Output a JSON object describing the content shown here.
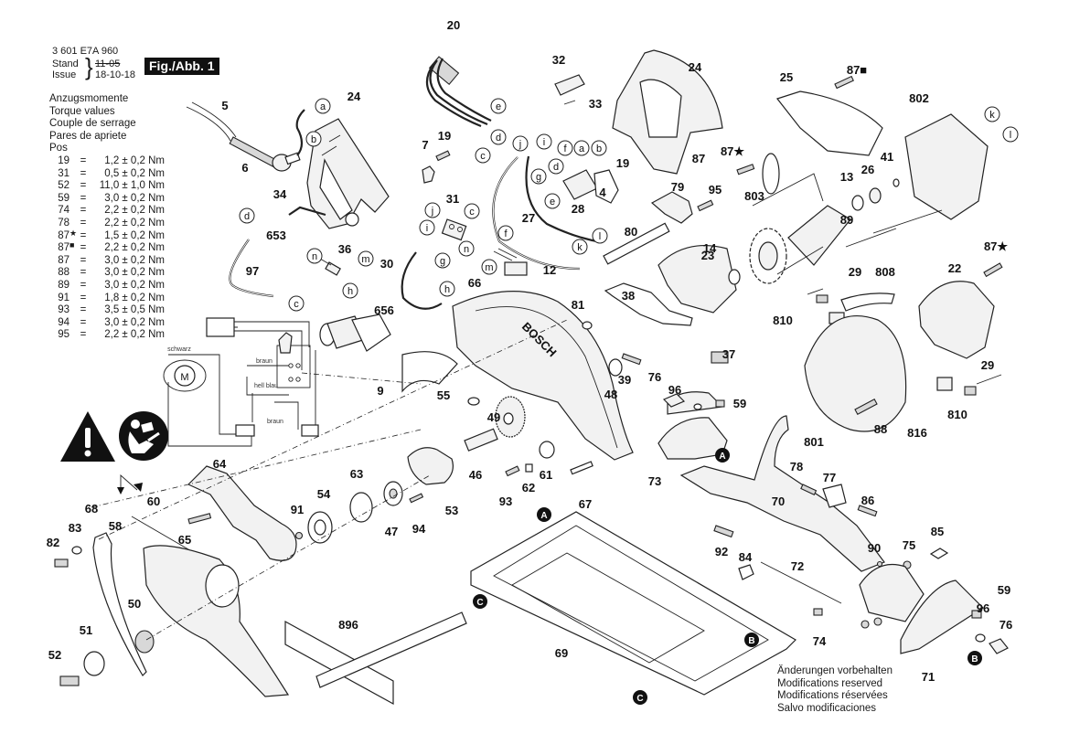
{
  "header": {
    "part_number": "3 601 E7A 960",
    "stand_label": "Stand",
    "issue_label": "Issue",
    "stand_old": "11-05",
    "issue_date": "18-10-18",
    "figure_label": "Fig./Abb. 1"
  },
  "torque": {
    "titles": [
      "Anzugsmomente",
      "Torque values",
      "Couple de serrage",
      "Pares de apriete",
      "Pos"
    ],
    "rows": [
      {
        "pos": "19",
        "mark": "",
        "value": "1,2 ± 0,2 Nm"
      },
      {
        "pos": "31",
        "mark": "",
        "value": "0,5 ± 0,2 Nm"
      },
      {
        "pos": "52",
        "mark": "",
        "value": "11,0 ± 1,0 Nm"
      },
      {
        "pos": "59",
        "mark": "",
        "value": "3,0 ± 0,2 Nm"
      },
      {
        "pos": "74",
        "mark": "",
        "value": "2,2 ± 0,2 Nm"
      },
      {
        "pos": "78",
        "mark": "",
        "value": "2,2 ± 0,2 Nm"
      },
      {
        "pos": "87",
        "mark": "★",
        "value": "1,5 ± 0,2 Nm"
      },
      {
        "pos": "87",
        "mark": "■",
        "value": "2,2 ± 0,2 Nm"
      },
      {
        "pos": "87",
        "mark": "",
        "value": "3,0 ± 0,2 Nm"
      },
      {
        "pos": "88",
        "mark": "",
        "value": "3,0 ± 0,2 Nm"
      },
      {
        "pos": "89",
        "mark": "",
        "value": "3,0 ± 0,2 Nm"
      },
      {
        "pos": "91",
        "mark": "",
        "value": "1,8 ± 0,2 Nm"
      },
      {
        "pos": "93",
        "mark": "",
        "value": "3,5 ± 0,5 Nm"
      },
      {
        "pos": "94",
        "mark": "",
        "value": "3,0 ± 0,2 Nm"
      },
      {
        "pos": "95",
        "mark": "",
        "value": "2,2 ± 0,2 Nm"
      }
    ],
    "equals": "="
  },
  "wiring": {
    "motor_label": "M",
    "wire_black": "schwarz",
    "wire_brown_1": "braun",
    "wire_lightblue": "hell blau",
    "wire_brown_2": "braun"
  },
  "icons": {
    "warning": "warning-triangle-icon",
    "manual": "read-manual-icon",
    "brand": "BOSCH"
  },
  "notes": [
    "Änderungen vorbehalten",
    "Modifications reserved",
    "Modifications réservées",
    "Salvo modificaciones"
  ],
  "callouts": {
    "p5": "5",
    "p6": "6",
    "p34": "34",
    "p24a": "24",
    "p20": "20",
    "p7": "7",
    "p19a": "19",
    "p653": "653",
    "p97": "97",
    "p36": "36",
    "p30": "30",
    "p31": "31",
    "p27": "27",
    "p28": "28",
    "p12": "12",
    "p66": "66",
    "p656": "656",
    "p9": "9",
    "p55": "55",
    "p49": "49",
    "p46": "46",
    "p93": "93",
    "p62": "62",
    "p61": "61",
    "p67": "67",
    "p32": "32",
    "p33": "33",
    "p24b": "24",
    "p19b": "19",
    "p4": "4",
    "p87a": "87",
    "p79": "79",
    "p95": "95",
    "p80": "80",
    "p81": "81",
    "p38": "38",
    "p23": "23",
    "p37": "37",
    "p39": "39",
    "p48": "48",
    "p76a": "76",
    "p96a": "96",
    "p59a": "59",
    "p73": "73",
    "p25": "25",
    "p87sq": "87■",
    "p87st1": "87★",
    "p803": "803",
    "p13": "13",
    "p14": "14",
    "p26": "26",
    "p41": "41",
    "p89": "89",
    "p802": "802",
    "p87st2": "87★",
    "p22": "22",
    "p29a": "29",
    "p808": "808",
    "p810a": "810",
    "p801": "801",
    "p88": "88",
    "p816": "816",
    "p810b": "810",
    "p29b": "29",
    "p64": "64",
    "p65": "65",
    "p68": "68",
    "p60": "60",
    "p58": "58",
    "p83": "83",
    "p82": "82",
    "p50": "50",
    "p51": "51",
    "p52": "52",
    "p91": "91",
    "p54": "54",
    "p63": "63",
    "p47": "47",
    "p94": "94",
    "p53": "53",
    "p896": "896",
    "p69": "69",
    "p78": "78",
    "p77": "77",
    "p70": "70",
    "p86": "86",
    "p92": "92",
    "p84": "84",
    "p72": "72",
    "p90": "90",
    "p75": "75",
    "p85": "85",
    "p74": "74",
    "p59b": "59",
    "p96b": "96",
    "p76b": "76",
    "p71": "71"
  },
  "connectors": [
    "a",
    "b",
    "c",
    "d",
    "e",
    "f",
    "g",
    "h",
    "i",
    "j",
    "k",
    "l",
    "m",
    "n"
  ],
  "refs": {
    "A": "A",
    "B": "B",
    "C": "C"
  }
}
